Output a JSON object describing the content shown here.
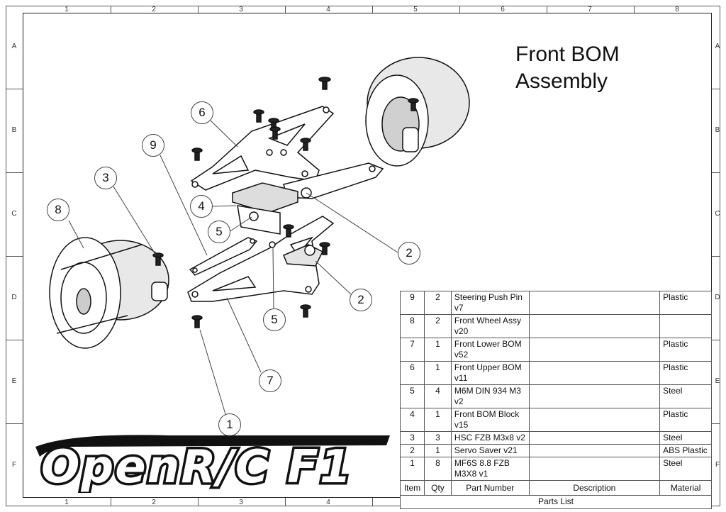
{
  "title_lines": [
    "Front BOM",
    "Assembly"
  ],
  "zones": {
    "columns": [
      "1",
      "2",
      "3",
      "4",
      "5",
      "6",
      "7",
      "8"
    ],
    "rows": [
      "A",
      "B",
      "C",
      "D",
      "E",
      "F"
    ]
  },
  "balloons": [
    "9",
    "6",
    "3",
    "8",
    "4",
    "5",
    "2",
    "2",
    "5",
    "7",
    "1"
  ],
  "parts_table": {
    "rows": [
      {
        "item": "9",
        "qty": "2",
        "part": "Steering Push Pin v7",
        "description": "",
        "material": "Plastic"
      },
      {
        "item": "8",
        "qty": "2",
        "part": "Front Wheel Assy v20",
        "description": "",
        "material": ""
      },
      {
        "item": "7",
        "qty": "1",
        "part": "Front Lower BOM v52",
        "description": "",
        "material": "Plastic"
      },
      {
        "item": "6",
        "qty": "1",
        "part": "Front Upper BOM v11",
        "description": "",
        "material": "Plastic"
      },
      {
        "item": "5",
        "qty": "4",
        "part": "M6M DIN 934 M3 v2",
        "description": "",
        "material": "Steel"
      },
      {
        "item": "4",
        "qty": "1",
        "part": "Front BOM Block v15",
        "description": "",
        "material": "Plastic"
      },
      {
        "item": "3",
        "qty": "3",
        "part": "HSC FZB M3x8 v2",
        "description": "",
        "material": "Steel"
      },
      {
        "item": "2",
        "qty": "1",
        "part": "Servo Saver v21",
        "description": "",
        "material": "ABS Plastic"
      },
      {
        "item": "1",
        "qty": "8",
        "part": "MF6S 8.8 FZB M3X8 v1",
        "description": "",
        "material": "Steel"
      }
    ],
    "headers": {
      "item": "Item",
      "qty": "Qty",
      "part": "Part Number",
      "description": "Description",
      "material": "Material"
    },
    "caption": "Parts List"
  },
  "logo_text": "OpenR/C F1"
}
